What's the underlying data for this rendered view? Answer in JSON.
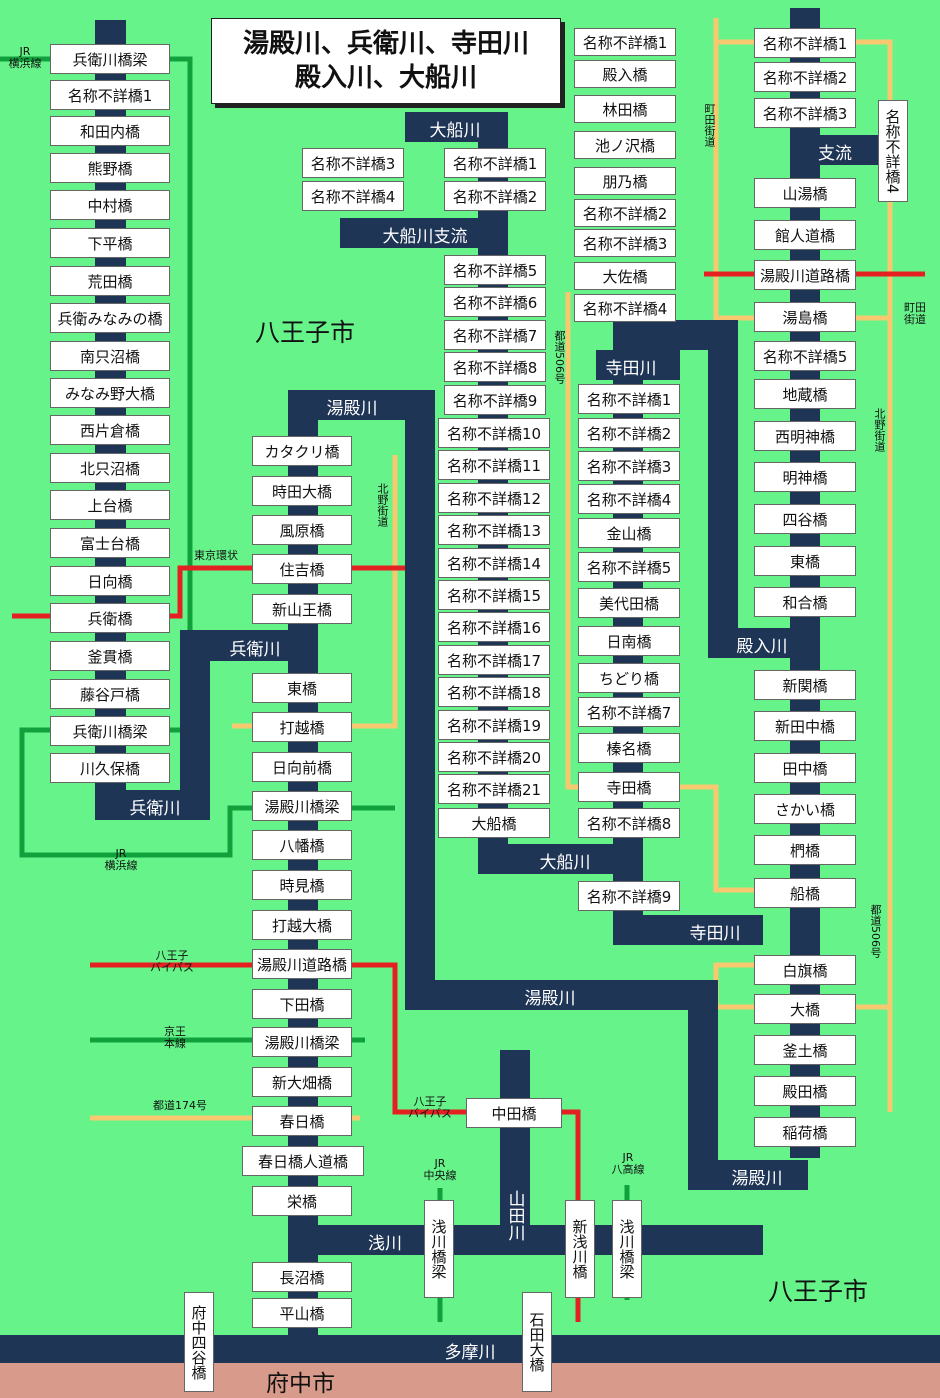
{
  "title": {
    "line1": "湯殿川、兵衛川、寺田川",
    "line2": "殿入川、大船川"
  },
  "cities": {
    "hachioji": "八王子市",
    "hachioji2": "八王子市",
    "fuchu": "府中市"
  },
  "colors": {
    "background": "#66f48a",
    "river": "#1f3556",
    "rail": "#10a03c",
    "arterial": "#e42020",
    "prefectural": "#f8c870",
    "tama": "#1f3556",
    "fuchu_land": "#d89a8a"
  },
  "rivers": {
    "obune": "大船川",
    "obune_branch": "大船川支流",
    "obune2": "大船川",
    "yudono": "湯殿川",
    "yudono2": "湯殿川",
    "yudono3": "湯殿川",
    "hyoe": "兵衛川",
    "hyoe2": "兵衛川",
    "terada": "寺田川",
    "terada2": "寺田川",
    "tonoiri": "殿入川",
    "shiryu": "支流",
    "asakawa": "浅川",
    "yamada": "山田川",
    "tama": "多摩川"
  },
  "roads": {
    "jr_yokohama_top": "JR\n横浜線",
    "jr_yokohama_bottom": "JR\n横浜線",
    "tokyo_kanjo": "東京環状",
    "kitano_kaido1": "北野街道",
    "kitano_kaido2": "北野街道",
    "machida_kaido1": "町田街道",
    "machida_kaido2": "町田\n街道",
    "todo506_1": "都道506号",
    "todo506_2": "都道506号",
    "hachioji_bypass1": "八王子\nバイパス",
    "hachioji_bypass2": "八王子\nバイパス",
    "keio": "京王\n本線",
    "todo174": "都道174号",
    "jr_chuo": "JR\n中央線",
    "jr_hachiko": "JR\n八高線"
  },
  "hyoe_bridges": [
    "兵衛川橋梁",
    "名称不詳橋1",
    "和田内橋",
    "熊野橋",
    "中村橋",
    "下平橋",
    "荒田橋",
    "兵衛みなみの橋",
    "南只沼橋",
    "みなみ野大橋",
    "西片倉橋",
    "北只沼橋",
    "上台橋",
    "富士台橋",
    "日向橋",
    "兵衛橋",
    "釜貫橋",
    "藤谷戸橋",
    "兵衛川橋梁",
    "川久保橋"
  ],
  "yudono_bridges": [
    "カタクリ橋",
    "時田大橋",
    "風原橋",
    "住吉橋",
    "新山王橋",
    "東橋",
    "打越橋",
    "日向前橋",
    "湯殿川橋梁",
    "八幡橋",
    "時見橋",
    "打越大橋",
    "湯殿川道路橋",
    "下田橋",
    "湯殿川橋梁",
    "新大畑橋",
    "春日橋",
    "春日橋人道橋",
    "栄橋",
    "長沼橋",
    "平山橋"
  ],
  "obune_pairs": [
    "名称不詳橋3",
    "名称不詳橋1",
    "名称不詳橋4",
    "名称不詳橋2"
  ],
  "obune_bridges": [
    "名称不詳橋5",
    "名称不詳橋6",
    "名称不詳橋7",
    "名称不詳橋8",
    "名称不詳橋9",
    "名称不詳橋10",
    "名称不詳橋11",
    "名称不詳橋12",
    "名称不詳橋13",
    "名称不詳橋14",
    "名称不詳橋15",
    "名称不詳橋16",
    "名称不詳橋17",
    "名称不詳橋18",
    "名称不詳橋19",
    "名称不詳橋20",
    "名称不詳橋21",
    "大船橋"
  ],
  "col4_bridges": [
    "名称不詳橋1",
    "殿入橋",
    "林田橋",
    "池ノ沢橋",
    "朋乃橋",
    "名称不詳橋2",
    "名称不詳橋3",
    "大佐橋",
    "名称不詳橋4"
  ],
  "terada_bridges": [
    "名称不詳橋1",
    "名称不詳橋2",
    "名称不詳橋3",
    "名称不詳橋4",
    "金山橋",
    "名称不詳橋5",
    "美代田橋",
    "日南橋",
    "ちどり橋",
    "名称不詳橋7",
    "榛名橋",
    "寺田橋",
    "名称不詳橋8",
    "名称不詳橋9"
  ],
  "tonoiri_bridges": [
    "名称不詳橋1",
    "名称不詳橋2",
    "名称不詳橋3",
    "山湯橋",
    "館人道橋",
    "湯殿川道路橋",
    "湯島橋",
    "名称不詳橋5",
    "地蔵橋",
    "西明神橋",
    "明神橋",
    "四谷橋",
    "東橋",
    "和合橋",
    "新関橋",
    "新田中橋",
    "田中橋",
    "さかい橋",
    "椚橋",
    "船橋",
    "白旗橋",
    "大橋",
    "釜土橋",
    "殿田橋",
    "稲荷橋"
  ],
  "tonoiri_vertical": "名称不詳橋4",
  "south_bridges": {
    "nakata": "中田橋",
    "asakawa_kyoryo1": "浅川橋梁",
    "shin_asakawa": "新浅川橋",
    "asakawa_kyoryo2": "浅川橋梁",
    "fuchu_shiya": "府中四谷橋",
    "ishida": "石田大橋"
  }
}
